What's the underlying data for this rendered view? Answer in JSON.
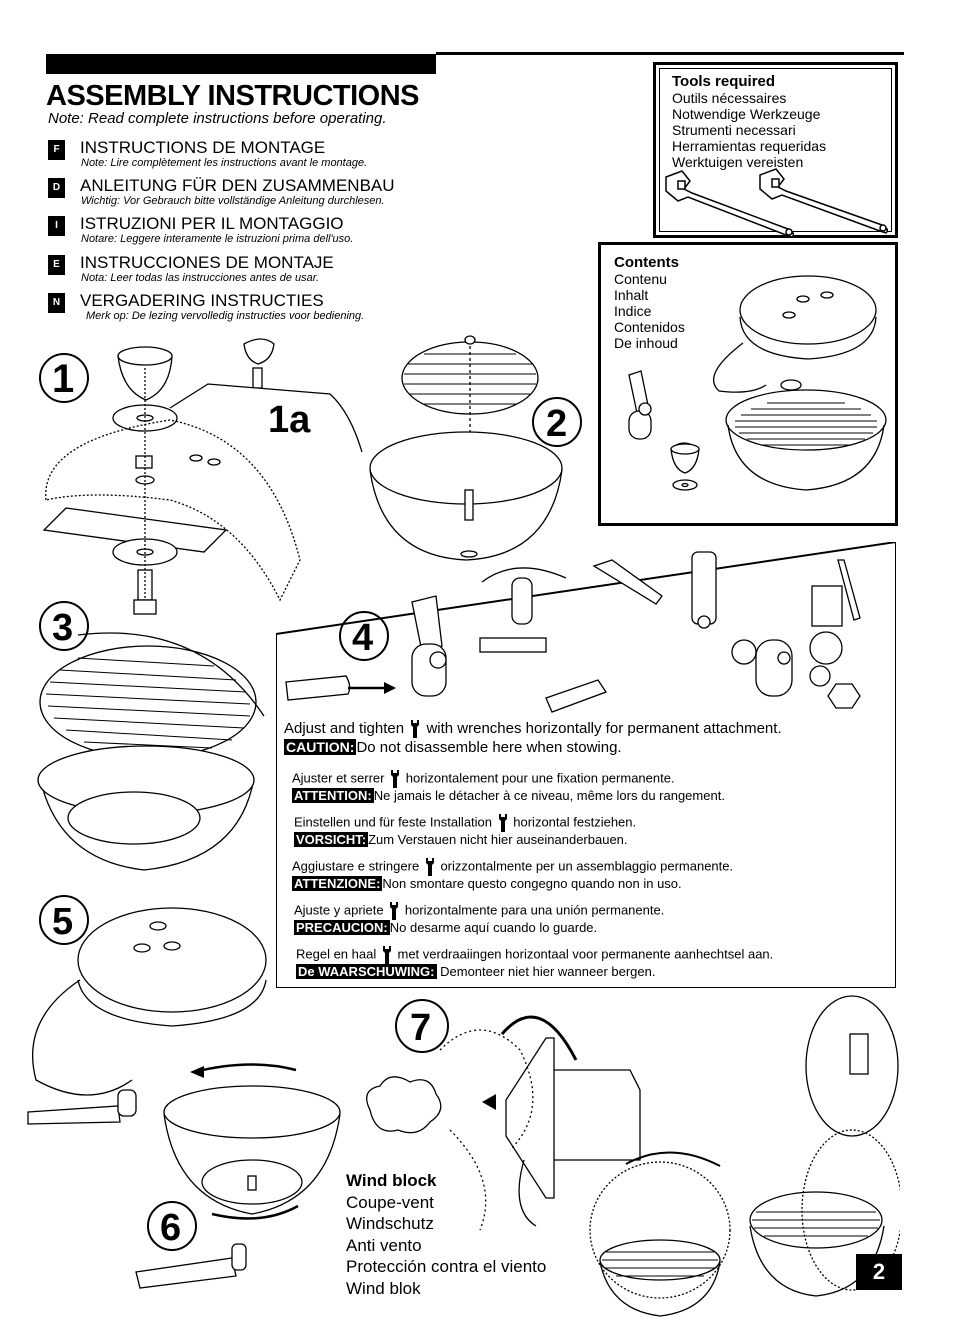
{
  "header": {
    "title": "ASSEMBLY INSTRUCTIONS",
    "subtitle": "Note: Read complete instructions before operating."
  },
  "languages": [
    {
      "code": "F",
      "heading": "INSTRUCTIONS DE MONTAGE",
      "note": "Note: Lire complètement les instructions avant le montage."
    },
    {
      "code": "D",
      "heading": "ANLEITUNG FÜR DEN ZUSAMMENBAU",
      "note": "Wichtig: Vor Gebrauch bitte vollständige Anleitung durchlesen."
    },
    {
      "code": "I",
      "heading": "ISTRUZIONI PER IL MONTAGGIO",
      "note": "Notare: Leggere interamente le istruzioni prima dell'uso."
    },
    {
      "code": "E",
      "heading": "INSTRUCCIONES DE MONTAJE",
      "note": "Nota: Leer todas las instrucciones antes de usar."
    },
    {
      "code": "N",
      "heading": "VERGADERING INSTRUCTIES",
      "note": "Merk op: De lezing vervolledig instructies voor bediening."
    }
  ],
  "tools": {
    "title": "Tools required",
    "items": [
      "Outils nécessaires",
      "Notwendige Werkzeuge",
      "Strumenti necessari",
      "Herramientas requeridas",
      "Werktuigen vereisten"
    ]
  },
  "contents": {
    "title": "Contents",
    "items": [
      "Contenu",
      "Inhalt",
      "Indice",
      "Contenidos",
      "De inhoud"
    ]
  },
  "steps": {
    "s1": "1",
    "s1a": "1a",
    "s2": "2",
    "s3": "3",
    "s4": "4",
    "s5": "5",
    "s6": "6",
    "s7": "7"
  },
  "step4": {
    "en": {
      "pre": "Adjust and tighten",
      "post": "with wrenches horizontally for permanent attachment.",
      "caution_tag": "CAUTION:",
      "caution": "Do not disassemble here when stowing."
    },
    "fr": {
      "pre": "Ajuster et serrer",
      "post": "horizontalement pour une fixation permanente.",
      "caution_tag": "ATTENTION:",
      "caution": "Ne jamais le détacher à ce niveau, même lors du rangement."
    },
    "de": {
      "pre": "Einstellen und für feste Installation",
      "post": "horizontal festziehen.",
      "caution_tag": "VORSICHT:",
      "caution": "Zum Verstauen nicht hier auseinanderbauen."
    },
    "it": {
      "pre": "Aggiustare e stringere",
      "post": "orizzontalmente per un assemblaggio permanente.",
      "caution_tag": "ATTENZIONE:",
      "caution": "Non smontare questo congegno quando non in uso."
    },
    "es": {
      "pre": "Ajuste y apriete",
      "post": "horizontalmente para una unión permanente.",
      "caution_tag": "PRECAUCION:",
      "caution": "No desarme aquí cuando lo guarde."
    },
    "nl": {
      "pre": "Regel en haal",
      "post": "met verdraaiingen horizontaal voor permanente aanhechtsel aan.",
      "caution_tag": "De WAARSCHUWING:",
      "caution": "Demonteer niet hier wanneer bergen."
    }
  },
  "wind": {
    "title": "Wind  block",
    "items": [
      "Coupe-vent",
      "Windschutz",
      "Anti vento",
      "Protección contra el viento",
      "Wind blok"
    ]
  },
  "page_number": "2"
}
